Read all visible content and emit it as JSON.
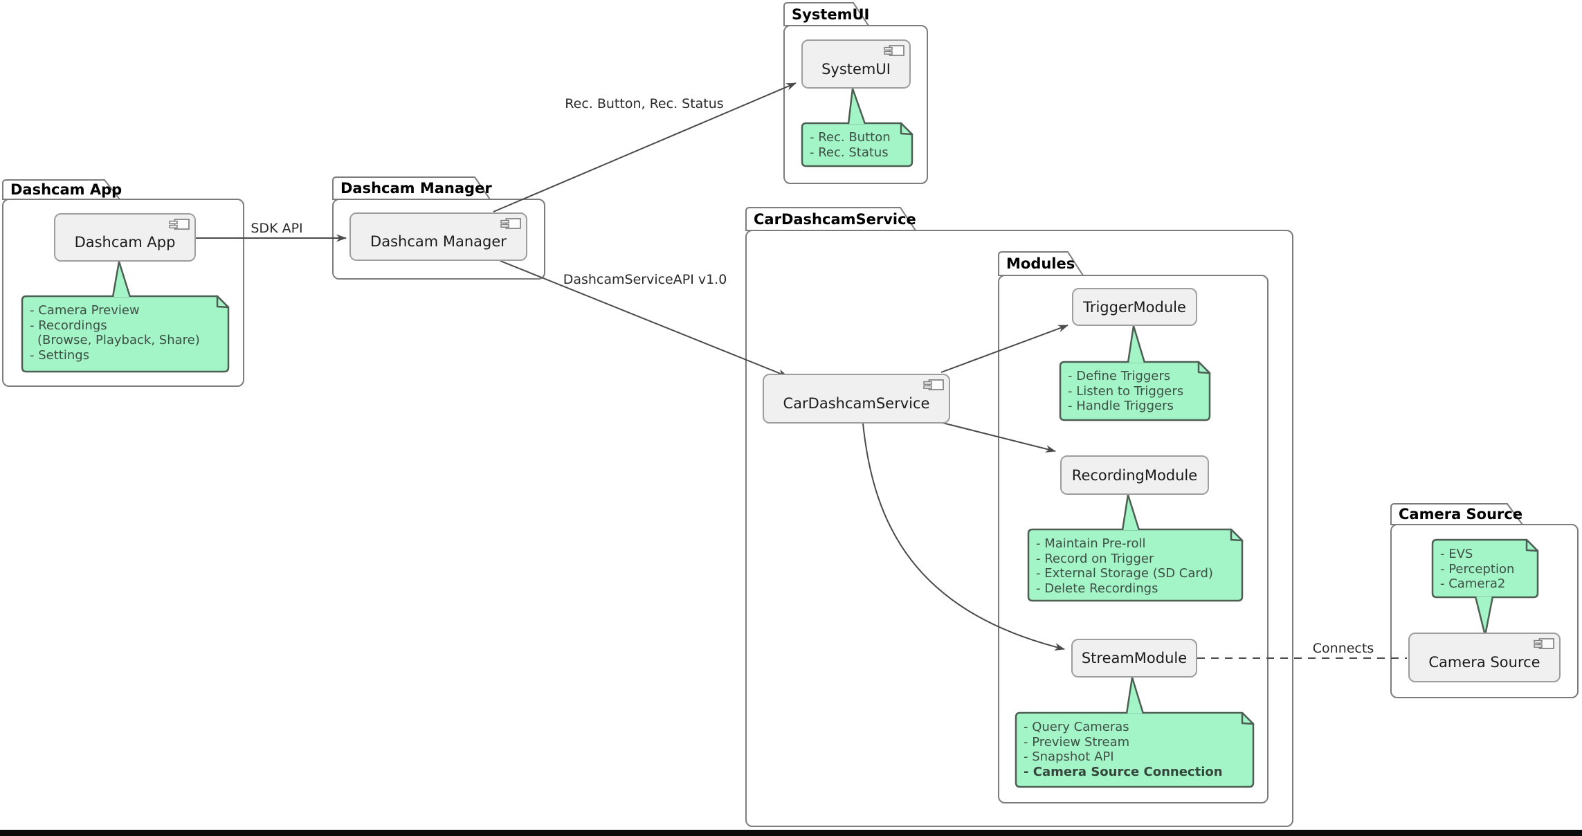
{
  "diagram": {
    "colors": {
      "note_fill": "#A3F5C7",
      "note_border": "#4D5F53",
      "note_text": "#3E4F45",
      "component_fill": "#F0F0F0",
      "component_border": "#9E9E9E",
      "package_border": "#7C7C7C",
      "edge": "#4A4A4A",
      "bottom_bar": "#0B0B0B"
    },
    "packages": {
      "dashcam_app": {
        "title": "Dashcam App"
      },
      "dashcam_manager": {
        "title": "Dashcam Manager"
      },
      "systemui": {
        "title": "SystemUI"
      },
      "car_dashcam_service": {
        "title": "CarDashcamService"
      },
      "modules": {
        "title": "Modules"
      },
      "camera_source": {
        "title": "Camera Source"
      }
    },
    "components": {
      "dashcam_app": {
        "label": "Dashcam App"
      },
      "dashcam_manager": {
        "label": "Dashcam Manager"
      },
      "systemui": {
        "label": "SystemUI"
      },
      "car_dashcam_service": {
        "label": "CarDashcamService"
      },
      "trigger_module": {
        "label": "TriggerModule"
      },
      "recording_module": {
        "label": "RecordingModule"
      },
      "stream_module": {
        "label": "StreamModule"
      },
      "camera_source": {
        "label": "Camera Source"
      }
    },
    "notes": {
      "dashcam_app": {
        "lines": [
          "- Camera Preview",
          "- Recordings",
          "(Browse, Playback, Share)",
          "- Settings"
        ]
      },
      "systemui": {
        "lines": [
          "- Rec. Button",
          "- Rec. Status"
        ]
      },
      "trigger_module": {
        "lines": [
          "- Define Triggers",
          "- Listen to Triggers",
          "- Handle Triggers"
        ]
      },
      "recording_module": {
        "lines": [
          "- Maintain Pre-roll",
          "- Record on Trigger",
          "- External Storage (SD Card)",
          "- Delete Recordings"
        ]
      },
      "stream_module": {
        "lines": [
          "- Query Cameras",
          "- Preview Stream",
          "- Snapshot API",
          "- Camera Source Connection"
        ]
      },
      "camera_source": {
        "lines": [
          "- EVS",
          "- Perception",
          "- Camera2"
        ]
      }
    },
    "edges": {
      "sdk_api": {
        "label": "SDK API"
      },
      "rec_button_status": {
        "label": "Rec. Button, Rec. Status"
      },
      "dashcam_service_api": {
        "label": "DashcamServiceAPI v1.0"
      },
      "connects": {
        "label": "Connects"
      }
    }
  }
}
